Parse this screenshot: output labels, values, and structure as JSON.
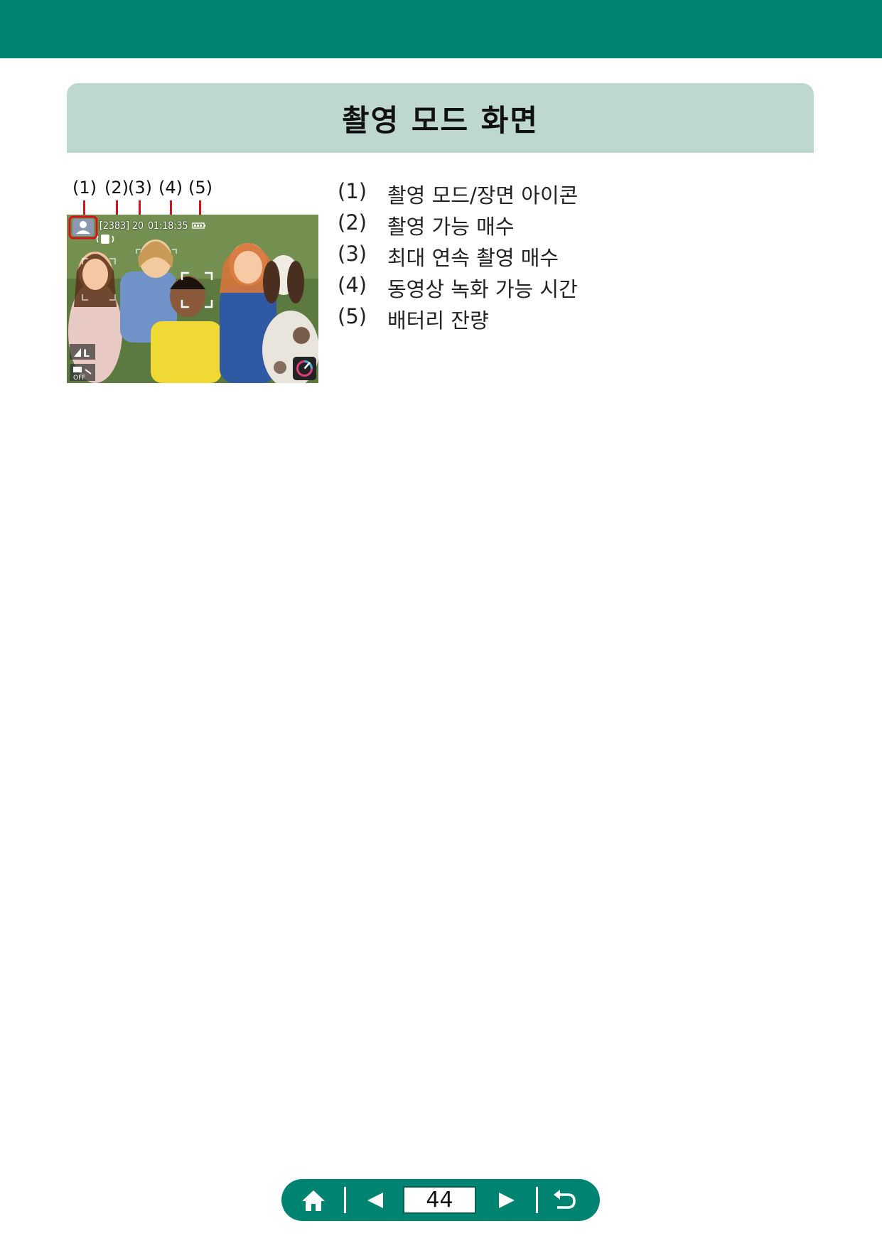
{
  "header": {
    "title": "촬영 모드 화면"
  },
  "callouts": [
    "(1)",
    "(2)",
    "(3)",
    "(4)",
    "(5)"
  ],
  "screen": {
    "shots_remaining": "[2383]",
    "max_burst": "20",
    "movie_time": "01:18:35",
    "icons": [
      "shooting-mode-person-icon",
      "image-stabilizer-icon",
      "image-quality-l-icon",
      "touch-shutter-off-icon",
      "creative-assist-icon",
      "battery-icon"
    ],
    "osd_off_label": "OFF"
  },
  "descriptions": [
    {
      "num": "(1)",
      "text": "촬영 모드/장면 아이콘"
    },
    {
      "num": "(2)",
      "text": "촬영 가능 매수"
    },
    {
      "num": "(3)",
      "text": "최대 연속 촬영 매수"
    },
    {
      "num": "(4)",
      "text": "동영상 녹화 가능 시간"
    },
    {
      "num": "(5)",
      "text": "배터리 잔량"
    }
  ],
  "nav": {
    "page": "44",
    "icons": [
      "home-icon",
      "prev-page-icon",
      "next-page-icon",
      "back-icon"
    ]
  },
  "colors": {
    "brand": "#008472",
    "title_bg": "#bed8d1",
    "callout_red": "#d0141e"
  }
}
